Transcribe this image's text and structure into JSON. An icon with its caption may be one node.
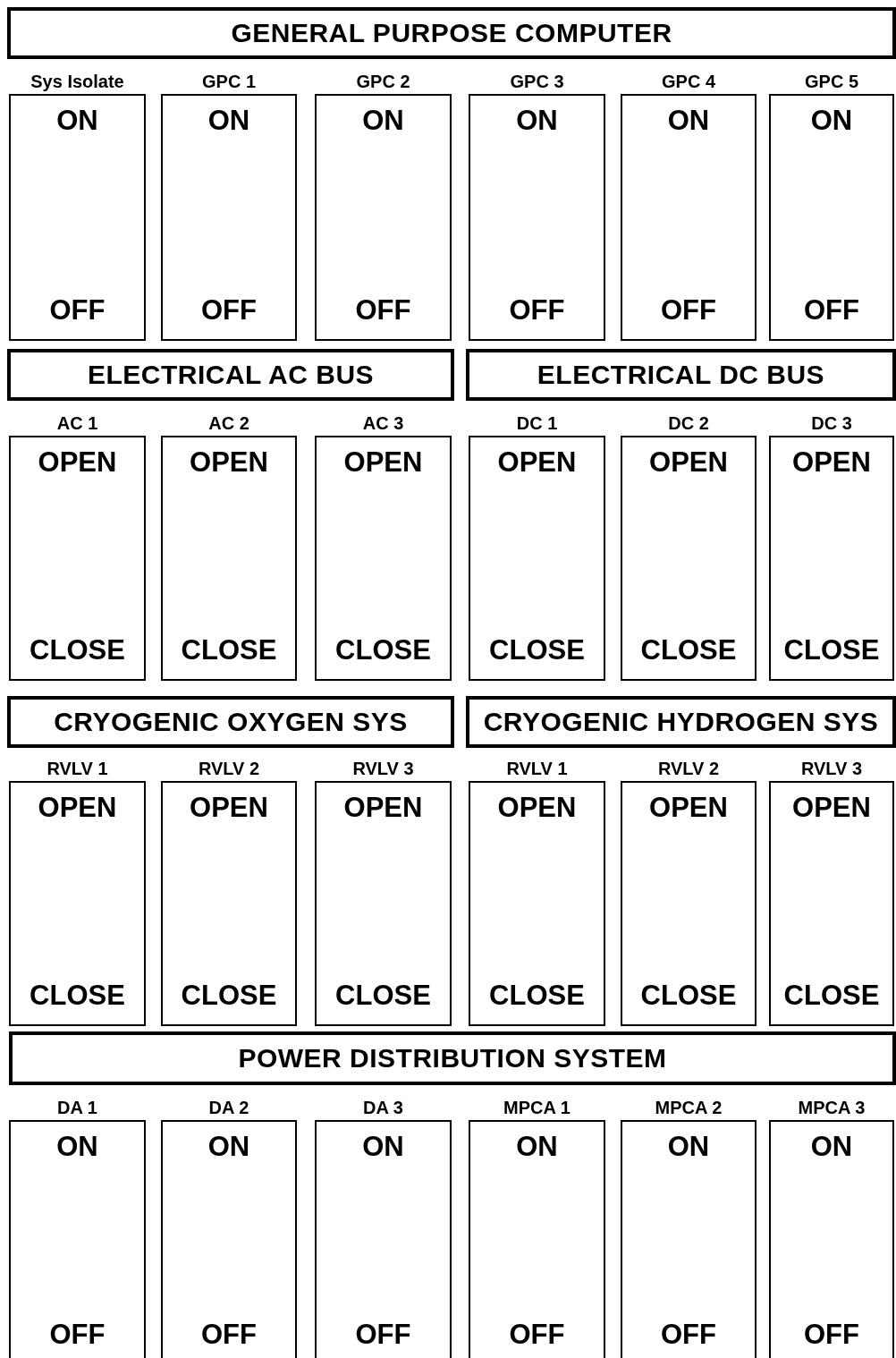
{
  "diagram": {
    "nodes": [
      {
        "text": [
          "GENERAL PURPOSE COMPUTER"
        ]
      },
      {
        "text": [
          "Sys Isolate",
          "ON",
          "OFF"
        ]
      },
      {
        "text": [
          "GPC 1",
          "ON",
          "OFF"
        ]
      },
      {
        "text": [
          "GPC 2",
          "ON",
          "OFF"
        ]
      },
      {
        "text": [
          "GPC 3",
          "ON",
          "OFF"
        ]
      },
      {
        "text": [
          "GPC 4",
          "ON",
          "OFF"
        ]
      },
      {
        "text": [
          "GPC 5",
          "ON",
          "OFF"
        ]
      },
      {
        "text": [
          "ELECTRICAL AC BUS"
        ]
      },
      {
        "text": [
          "ELECTRICAL DC BUS"
        ]
      },
      {
        "text": [
          "AC 1",
          "OPEN",
          "CLOSE"
        ]
      },
      {
        "text": [
          "AC 2",
          "OPEN",
          "CLOSE"
        ]
      },
      {
        "text": [
          "AC 3",
          "OPEN",
          "CLOSE"
        ]
      },
      {
        "text": [
          "DC 1",
          "OPEN",
          "CLOSE"
        ]
      },
      {
        "text": [
          "DC 2",
          "OPEN",
          "CLOSE"
        ]
      },
      {
        "text": [
          "DC 3",
          "OPEN",
          "CLOSE"
        ]
      },
      {
        "text": [
          "CRYOGENIC OXYGEN SYS"
        ]
      },
      {
        "text": [
          "CRYOGENIC HYDROGEN SYS"
        ]
      },
      {
        "text": [
          "RVLV 1",
          "OPEN",
          "CLOSE"
        ]
      },
      {
        "text": [
          "RVLV 2",
          "OPEN",
          "CLOSE"
        ]
      },
      {
        "text": [
          "RVLV 3",
          "OPEN",
          "CLOSE"
        ]
      },
      {
        "text": [
          "RVLV 1",
          "OPEN",
          "CLOSE"
        ]
      },
      {
        "text": [
          "RVLV 2",
          "OPEN",
          "CLOSE"
        ]
      },
      {
        "text": [
          "RVLV 3",
          "OPEN",
          "CLOSE"
        ]
      },
      {
        "text": [
          "POWER DISTRIBUTION SYSTEM"
        ]
      },
      {
        "text": [
          "DA 1",
          "ON",
          "OFF"
        ]
      },
      {
        "text": [
          "DA 2",
          "ON",
          "OFF"
        ]
      },
      {
        "text": [
          "DA 3",
          "ON",
          "OFF"
        ]
      },
      {
        "text": [
          "MPCA 1",
          "ON",
          "OFF"
        ]
      },
      {
        "text": [
          "MPCA 2",
          "ON",
          "OFF"
        ]
      },
      {
        "text": [
          "MPCA 3",
          "ON",
          "OFF"
        ]
      }
    ]
  }
}
